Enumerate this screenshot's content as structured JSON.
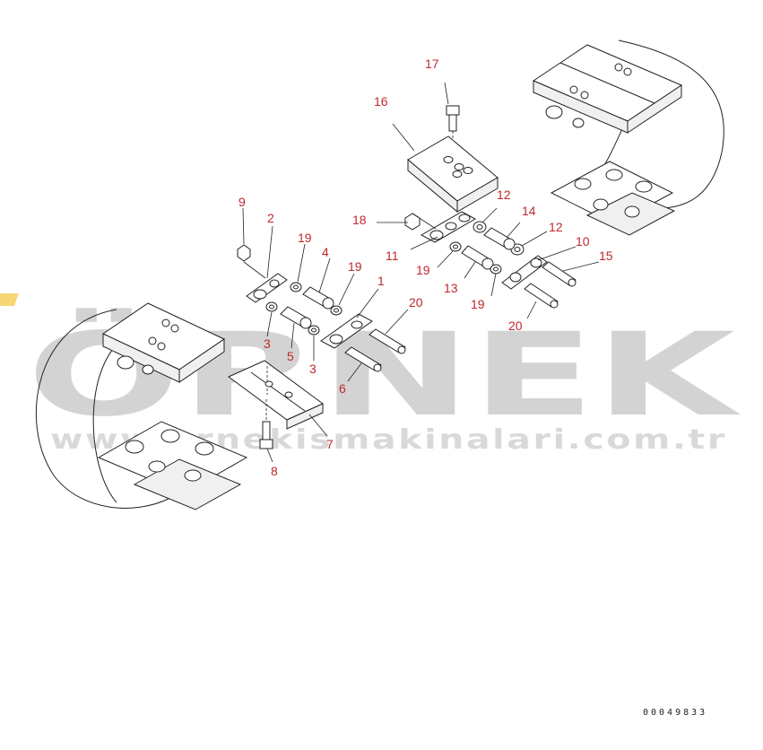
{
  "watermark": {
    "brand": "ÖRNEK",
    "url": "www.ornekismakinalari.com.tr",
    "accent_color": "#f7d774",
    "text_color": "#d3d3d3"
  },
  "diagram": {
    "reference_code": "00049833",
    "callout_color": "#c0282d",
    "callouts": [
      {
        "id": "c1",
        "label": "1"
      },
      {
        "id": "c2",
        "label": "2"
      },
      {
        "id": "c3a",
        "label": "3"
      },
      {
        "id": "c3b",
        "label": "3"
      },
      {
        "id": "c4",
        "label": "4"
      },
      {
        "id": "c5",
        "label": "5"
      },
      {
        "id": "c6",
        "label": "6"
      },
      {
        "id": "c7",
        "label": "7"
      },
      {
        "id": "c8",
        "label": "8"
      },
      {
        "id": "c9",
        "label": "9"
      },
      {
        "id": "c10",
        "label": "10"
      },
      {
        "id": "c11",
        "label": "11"
      },
      {
        "id": "c12a",
        "label": "12"
      },
      {
        "id": "c12b",
        "label": "12"
      },
      {
        "id": "c13",
        "label": "13"
      },
      {
        "id": "c14",
        "label": "14"
      },
      {
        "id": "c15",
        "label": "15"
      },
      {
        "id": "c16",
        "label": "16"
      },
      {
        "id": "c17",
        "label": "17"
      },
      {
        "id": "c18",
        "label": "18"
      },
      {
        "id": "c19a",
        "label": "19"
      },
      {
        "id": "c19b",
        "label": "19"
      },
      {
        "id": "c19c",
        "label": "19"
      },
      {
        "id": "c19d",
        "label": "19"
      },
      {
        "id": "c20a",
        "label": "20"
      },
      {
        "id": "c20b",
        "label": "20"
      }
    ]
  }
}
